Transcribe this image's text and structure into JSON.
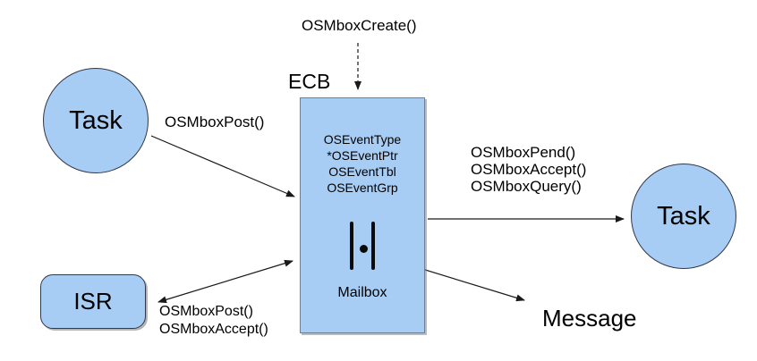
{
  "colors": {
    "background": "#ffffff",
    "node_fill": "#a7cdf4",
    "node_border": "#33384a",
    "ecb_border": "#6b7f99",
    "arrow": "#1a1a1a",
    "text": "#000000"
  },
  "nodes": {
    "task_left": {
      "label": "Task"
    },
    "task_right": {
      "label": "Task"
    },
    "isr": {
      "label": "ISR"
    },
    "ecb": {
      "title": "ECB",
      "fields": [
        "OSEventType",
        "*OSEventPtr",
        "OSEventTbl",
        "OSEventGrp"
      ],
      "mailbox_label": "Mailbox"
    }
  },
  "labels": {
    "create": "OSMboxCreate()",
    "task_post": "OSMboxPost()",
    "pend_group": [
      "OSMboxPend()",
      "OSMboxAccept()",
      "OSMboxQuery()"
    ],
    "isr_group": [
      "OSMboxPost()",
      "OSMboxAccept()"
    ],
    "message": "Message"
  }
}
